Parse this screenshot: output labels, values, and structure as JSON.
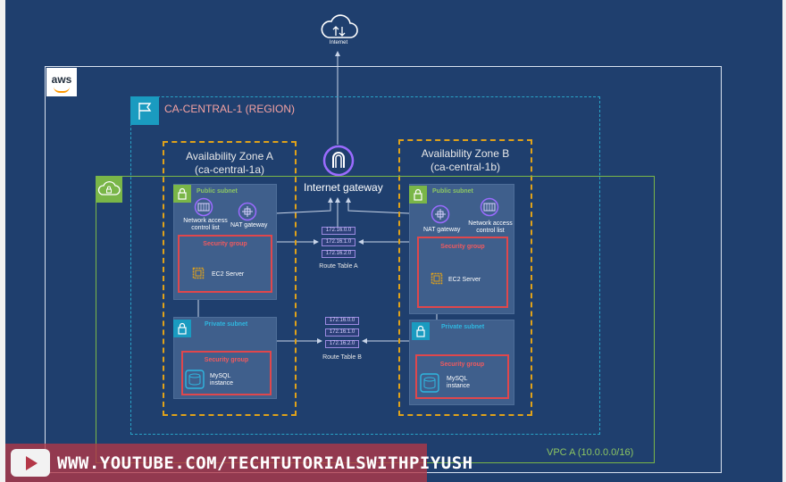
{
  "internet": {
    "label": "Internet"
  },
  "aws": {
    "logo_text": "aws"
  },
  "region": {
    "label": "CA-CENTRAL-1 (REGION)"
  },
  "az_a": {
    "title": "Availability Zone A",
    "subtitle": "(ca-central-1a)"
  },
  "az_b": {
    "title": "Availability Zone B",
    "subtitle": "(ca-central-1b)"
  },
  "igw": {
    "label": "Internet gateway"
  },
  "vpc": {
    "label": "VPC A  (10.0.0.0/16)"
  },
  "zone_a": {
    "public_subnet": "Public subnet",
    "nacl_label_1": "Network access",
    "nacl_label_2": "control list",
    "nat_label": "NAT gateway",
    "sg_public": "Security group",
    "ec2_label": "EC2 Server",
    "private_subnet": "Private subnet",
    "sg_private": "Security group",
    "mysql_1": "MySQL",
    "mysql_2": "instance"
  },
  "zone_b": {
    "public_subnet": "Public subnet",
    "nacl_label_1": "Network access",
    "nacl_label_2": "control list",
    "nat_label": "NAT gateway",
    "sg_public": "Security group",
    "ec2_label": "EC2 Server",
    "private_subnet": "Private subnet",
    "sg_private": "Security group",
    "mysql_1": "MySQL",
    "mysql_2": "instance"
  },
  "route_table_a": {
    "label": "Route Table A",
    "rows": [
      "172.16.0.0",
      "172.16.1.0",
      "172.16.2.0"
    ]
  },
  "route_table_b": {
    "label": "Route Table B",
    "rows": [
      "172.16.0.0",
      "172.16.1.0",
      "172.16.2.0"
    ]
  },
  "banner": {
    "text": "WWW.YOUTUBE.COM/TECHTUTORIALSWITHPIYUSH"
  },
  "colors": {
    "background": "#1f3f6e",
    "vpc": "#7ab648",
    "region": "#29a3c6",
    "az": "#e0a21a",
    "security_group": "#e0474c",
    "nat": "#8c4fff"
  }
}
